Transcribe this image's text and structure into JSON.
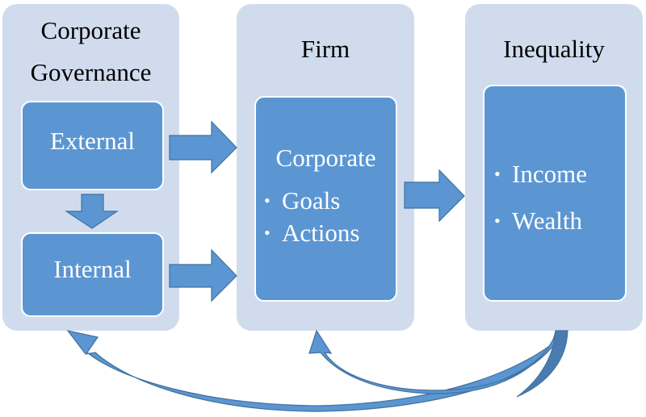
{
  "diagram": {
    "colors": {
      "panel_bg": "#d0dcee",
      "box_fill": "#5b96d3",
      "arrow_fill": "#5b96d3",
      "arrow_stroke": "#41719c",
      "curved_arrow_dark": "#4a7bb0"
    },
    "panels": [
      {
        "id": "corporate-governance",
        "title_lines": [
          "Corporate",
          "Governance"
        ],
        "boxes": [
          {
            "label": "External"
          },
          {
            "label": "Internal"
          }
        ]
      },
      {
        "id": "firm",
        "title": "Firm",
        "box": {
          "heading": "Corporate",
          "bullets": [
            "Goals",
            "Actions"
          ]
        }
      },
      {
        "id": "inequality",
        "title": "Inequality",
        "box": {
          "bullets": [
            "Income",
            "Wealth"
          ]
        }
      }
    ],
    "bullet_glyph": "•",
    "arrows": [
      {
        "from": "External",
        "to": "Firm",
        "type": "block-right"
      },
      {
        "from": "External",
        "to": "Internal",
        "type": "block-down"
      },
      {
        "from": "Internal",
        "to": "Firm",
        "type": "block-right"
      },
      {
        "from": "Firm",
        "to": "Inequality",
        "type": "block-right"
      },
      {
        "from": "Inequality",
        "to": "Corporate Governance",
        "type": "curved-feedback"
      },
      {
        "from": "Inequality",
        "to": "Firm",
        "type": "curved-feedback"
      }
    ]
  }
}
